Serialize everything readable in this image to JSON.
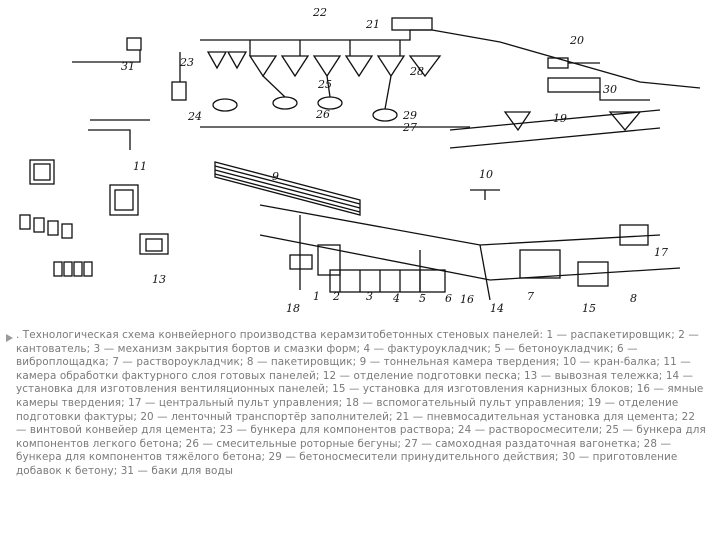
{
  "figure": {
    "labels": {
      "n1": "1",
      "n2": "2",
      "n3": "3",
      "n4": "4",
      "n5": "5",
      "n6": "6",
      "n7": "7",
      "n8": "8",
      "n9": "9",
      "n10": "10",
      "n11": "11",
      "n13": "13",
      "n14": "14",
      "n15": "15",
      "n16": "16",
      "n17": "17",
      "n18": "18",
      "n19": "19",
      "n20": "20",
      "n21": "21",
      "n22": "22",
      "n23": "23",
      "n24": "24",
      "n25": "25",
      "n26": "26",
      "n27": "27",
      "n28": "28",
      "n29": "29",
      "n30": "30",
      "n31": "31"
    },
    "caption": ". Технологическая схема конвейерного производства керамзитобетонных стеновых панелей: 1 — распакетировщик; 2 — кантователь; 3 — механизм закрытия бортов и смазки форм; 4 — фактуроукладчик; 5 — бетоноукладчик; 6 — виброплощадка; 7 — растворoукладчик; 8 — пакетировщик; 9 — тоннельная камера твердения; 10 — кран-балка; 11 — камера обработки фактурного слоя готовых панелей; 12 — отделение подготовки песка; 13 — вывозная тележка; 14 — установка для изготовления вентиляционных панелей; 15 — установка для изготовления карнизных блоков; 16 — ямные камеры твердения; 17 — центральный пульт управления; 18 — вспомогательный пульт управления; 19 — отделение подготовки фактуры; 20 — ленточный транспортёр заполнителей; 21 — пневмосадительная установка для цемента; 22 — винтовой конвейер для цемента; 23 — бункера для компонентов раствора; 24 — растворосмесители; 25 — бункера для компонентов легкого бетона; 26 — смесительные роторные бегуны; 27 — самоходная раздаточная вагонетка; 28 — бункера для компонентов тяжёлого бетона; 29 — бетоносмесители принудительного действия; 30 — приготовление добавок к бетону; 31 — баки для воды"
  }
}
